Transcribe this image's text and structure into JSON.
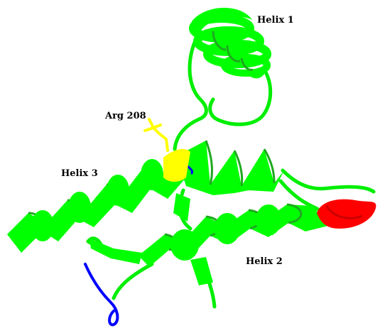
{
  "labels": {
    "helix1": "Helix 1",
    "helix2": "Helix 2",
    "helix3": "Helix 3",
    "residue": "Arg 208"
  },
  "colors": {
    "helix": "#00ff00",
    "helix_shade": "#1fa81f",
    "coil": "#00ee00",
    "highlight_residue": "#ffff00",
    "highlight_segment": "#ff0000",
    "terminus": "#0000ff",
    "background": "#ffffff"
  }
}
